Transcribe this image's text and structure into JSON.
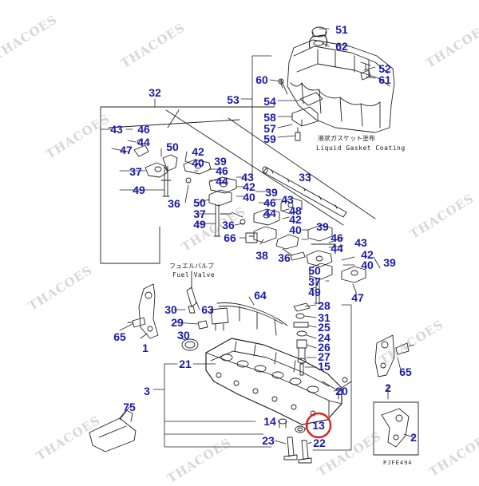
{
  "diagram": {
    "callouts": [
      "51",
      "62",
      "52",
      "61",
      "60",
      "53",
      "54",
      "58",
      "57",
      "59",
      "32",
      "43",
      "46",
      "44",
      "47",
      "50",
      "42",
      "40",
      "39",
      "37",
      "49",
      "36",
      "33",
      "48",
      "38",
      "66",
      "63",
      "64",
      "30",
      "29",
      "65",
      "1",
      "31",
      "25",
      "24",
      "26",
      "27",
      "15",
      "28",
      "21",
      "3",
      "20",
      "2",
      "75",
      "14",
      "13",
      "23",
      "22"
    ],
    "labels": {
      "liquid_gasket_jp": "液状ガスケット塗布",
      "liquid_gasket_en": "Liquid Gasket Coating",
      "fuel_valve_jp": "フュエルバルブ",
      "fuel_valve_en": "Fuel Valve",
      "drawing_code": "PJFE494"
    },
    "watermark": "THACOES",
    "highlight": "13",
    "colors": {
      "callout": "#1a1aa8",
      "highlight_ring": "#e02020",
      "line": "#222222"
    }
  }
}
